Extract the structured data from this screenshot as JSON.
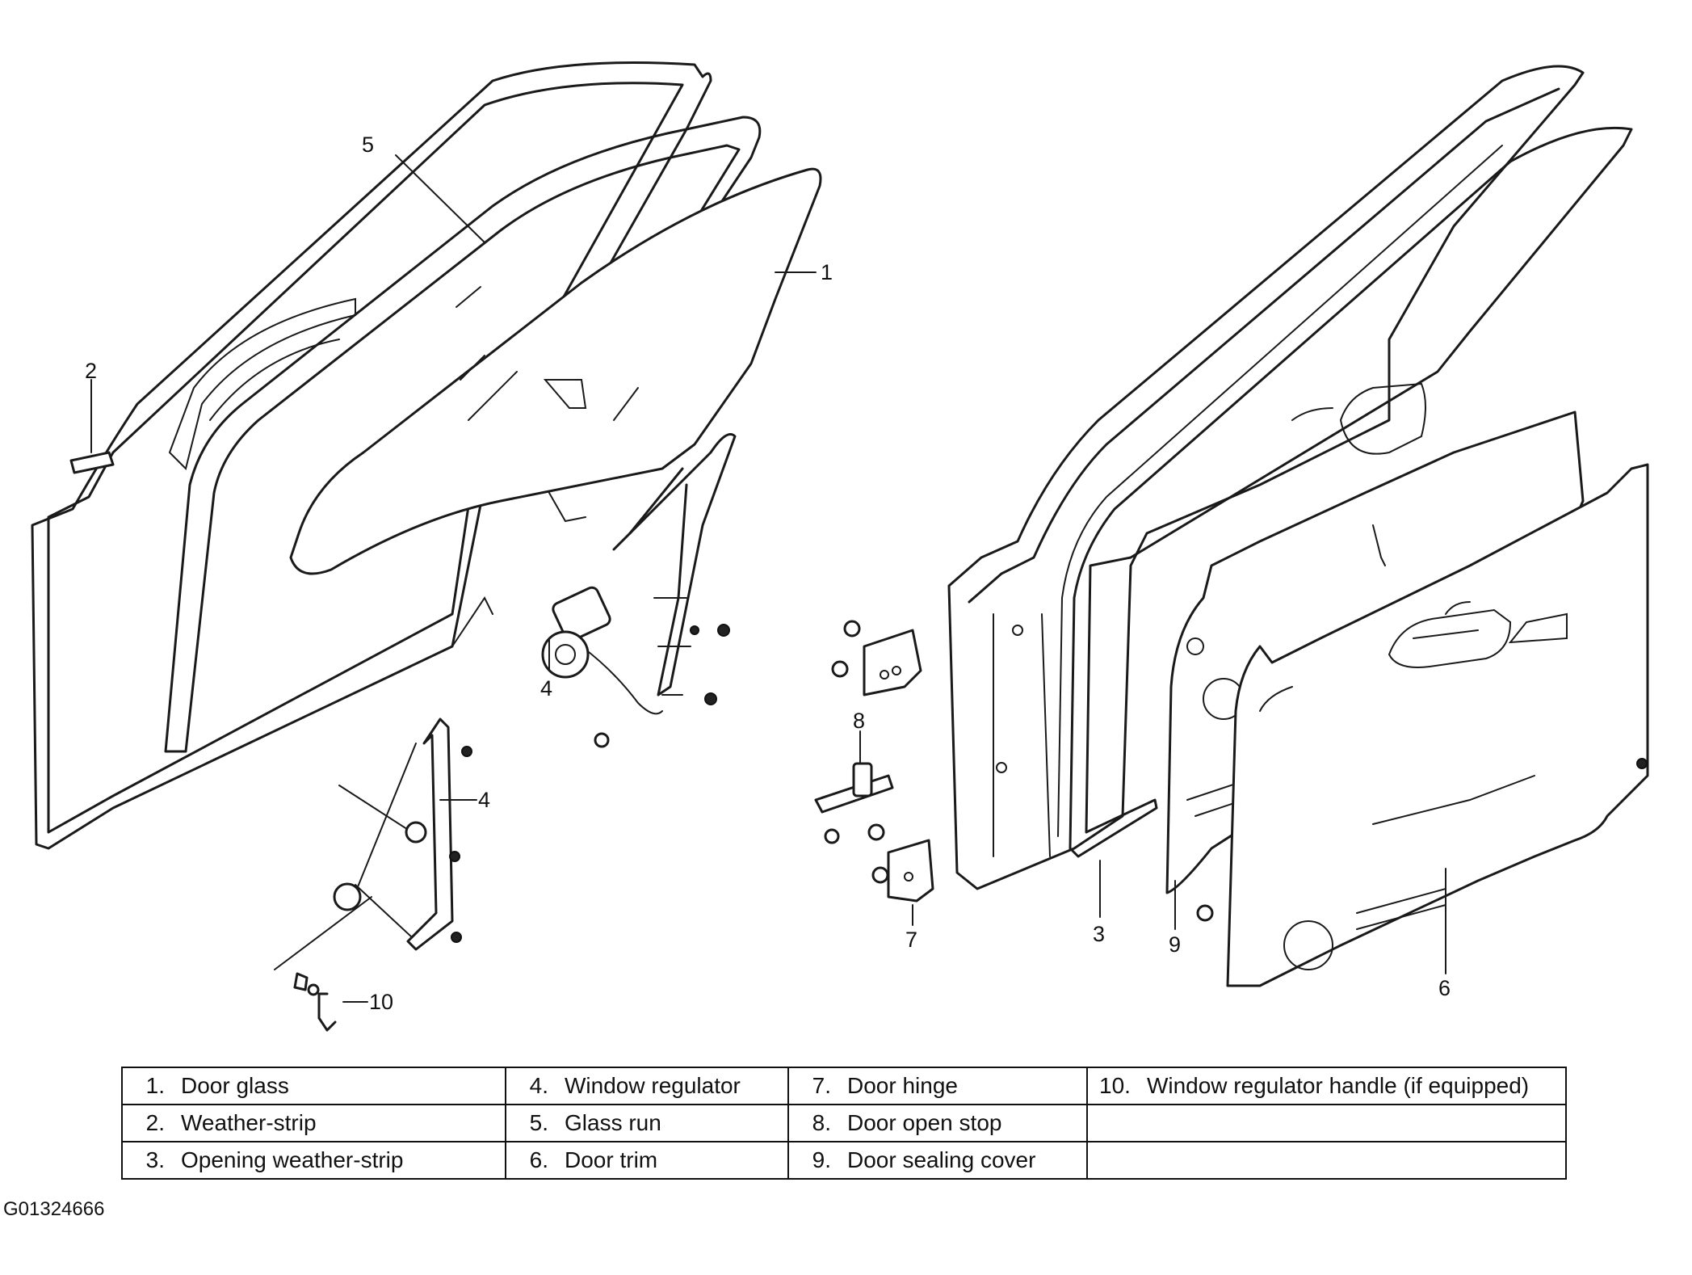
{
  "callouts": {
    "c1": "1",
    "c2": "2",
    "c3": "3",
    "c4a": "4",
    "c4b": "4",
    "c5": "5",
    "c6": "6",
    "c7": "7",
    "c8": "8",
    "c9": "9",
    "c10": "10"
  },
  "legend": [
    [
      {
        "num": "1.",
        "label": "Door glass"
      },
      {
        "num": "4.",
        "label": "Window regulator"
      },
      {
        "num": "7.",
        "label": "Door hinge"
      },
      {
        "num": "10.",
        "label": "Window regulator handle (if equipped)"
      }
    ],
    [
      {
        "num": "2.",
        "label": "Weather-strip"
      },
      {
        "num": "5.",
        "label": "Glass run"
      },
      {
        "num": "8.",
        "label": "Door open stop"
      },
      {
        "num": "",
        "label": ""
      }
    ],
    [
      {
        "num": "3.",
        "label": "Opening weather-strip"
      },
      {
        "num": "6.",
        "label": "Door trim"
      },
      {
        "num": "9.",
        "label": "Door sealing cover"
      },
      {
        "num": "",
        "label": ""
      }
    ]
  ],
  "figure_code": "G01324666"
}
